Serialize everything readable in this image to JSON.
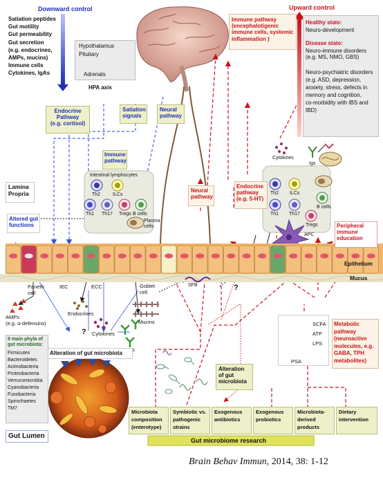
{
  "downward": {
    "title": "Downward control",
    "items": [
      "Satiation peptides",
      "Gut motility",
      "Gut permeability",
      "Gut secretion",
      "(e.g. endocrines,",
      "AMPs, mucins)",
      "Immune cells",
      "Cytokines, IgAs"
    ]
  },
  "hpa": {
    "hypothalamus": "Hypothalamus",
    "pituitary": "Pituitary",
    "adrenals": "Adrenals",
    "axis": "HPA axis"
  },
  "upward": {
    "title": "Upward control",
    "healthy_title": "Healthy state:",
    "healthy_text": "Neuro-development",
    "disease_title": "Disease state:",
    "disease_lines": [
      "Neuro-immune disorders",
      "(e.g. MS, NMO, GBS)"
    ],
    "psych_lines": [
      "Neuro-psychiatric disorders",
      "(e.g. ASD, depression,",
      "anxiety, stress, defects in",
      "memory and cognition,",
      "co-morbidity with IBS and",
      "IBD)"
    ]
  },
  "immune_pathway_top": [
    "Immune pathway",
    "(encephalotigenic",
    "immune cells, systemic",
    "inflammation )"
  ],
  "endocrine_pathway": [
    "Endocrine",
    "Pathway",
    "(e.g. cortisol)"
  ],
  "satiation_signals": [
    "Satiation",
    "signals"
  ],
  "neural_pathway_left": [
    "Neural",
    "pathway"
  ],
  "immune_pathway_mid": [
    "Immune",
    "pathway"
  ],
  "lamina_propria": [
    "Lamina",
    "Propria"
  ],
  "intestinal_lymphocytes": "Intestinal lymphocytes",
  "cells_left": {
    "th2": "Th2",
    "ilcs": "ILCs",
    "th1": "Th1",
    "th17": "Th17",
    "tregs": "Tregs",
    "bcells": "B cells",
    "plasma": [
      "Plasma",
      "cells"
    ]
  },
  "altered_gut_functions": [
    "Altered gut",
    "functions"
  ],
  "neural_pathway_right": [
    "Neural",
    "pathway"
  ],
  "endocrine_pathway_right": [
    "Endocrine",
    "pathway",
    "(e.g. 5-HT)"
  ],
  "cytokines_top": "Cytokines",
  "igs": "Igs",
  "cells_right": {
    "th2": "Th2",
    "ilcs": "ILCs",
    "th1": "Th1",
    "th17": "Th17",
    "tregs": "Tregs",
    "bcells": "B cells",
    "apc": "APC"
  },
  "peripheral_immune": [
    "Peripheral",
    "immune",
    "education"
  ],
  "epithelium": "Epithelium",
  "mucus": "Mucus",
  "sfb": "SFB",
  "epithelium_labels": {
    "paneth": [
      "Paneth",
      "cell"
    ],
    "iec": "IEC",
    "ecc": "ECC",
    "goblet": [
      "Goblet",
      "cell"
    ]
  },
  "amps": [
    "AMPs",
    "(e.g. α-defensins)"
  ],
  "endocrines": "Endocrines",
  "mucins": "Mucins",
  "cytokines_bottom": "Cytokines",
  "sigas": "sIgAs",
  "question_marks": [
    "?",
    "?"
  ],
  "alteration_center": "Alteration of gut microbiota",
  "phyla": {
    "title": [
      "9 main phyla of",
      "gut microbiota:"
    ],
    "items": [
      "Firmicutes",
      "Bacteroidetes",
      "Actinobacteria",
      "Proteobacteria",
      "Verrucomicrobia",
      "Cyanobacteria",
      "Fusobacteria",
      "Spirochaetes",
      "TM7"
    ]
  },
  "gut_lumen": "Gut Lumen",
  "metabolites": {
    "scfa": "SCFA",
    "atp": "ATP",
    "lps": "LPS",
    "psa": "PSA"
  },
  "metabolic_pathway": [
    "Metabolic",
    "pathway",
    "(neuroactive",
    "molecules, e.g.",
    "GABA, TPH",
    "metabolites)"
  ],
  "alteration_right": [
    "Alteration",
    "of gut",
    "microbiota"
  ],
  "research_boxes": [
    [
      "Microbiota",
      "composition",
      "(enterotype)"
    ],
    [
      "Symbiotic vs.",
      "pathogenic",
      "strains"
    ],
    [
      "Exogenous",
      "antibiotics"
    ],
    [
      "Exogenous",
      "probiotics"
    ],
    [
      "Microbiota-",
      "derived",
      "products"
    ],
    [
      "Dietary",
      "intervention"
    ]
  ],
  "research_bar": "Gut microbiome research",
  "citation": {
    "journal": "Brain Behav Immun",
    "rest": ", 2014, 38: 1-12"
  },
  "colors": {
    "downward": "#1f2fb8",
    "upward": "#c8141e",
    "epithelium": "#f0b46a",
    "mucus": "#e8e4c8",
    "research_bar": "#dfe25a"
  },
  "icons": [
    "brain-icon",
    "lymphocyte-icon",
    "bacteria-cluster-icon",
    "neuron-icon",
    "antibody-icon"
  ]
}
